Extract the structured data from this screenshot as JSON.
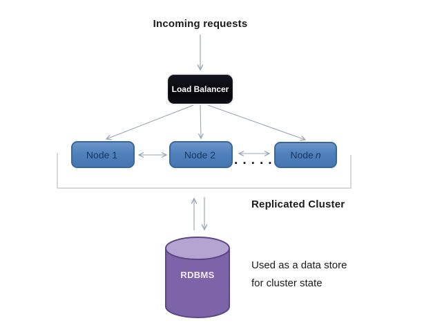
{
  "diagram": {
    "incoming_label": "Incoming requests",
    "load_balancer": {
      "label": "Load Balancer"
    },
    "nodes": [
      {
        "label": "Node 1",
        "suffix": ""
      },
      {
        "label": "Node 2",
        "suffix": ""
      },
      {
        "label": "Node",
        "suffix": "n"
      }
    ],
    "ellipsis_dots": "·····",
    "replicated_cluster_label": "Replicated Cluster",
    "rdbms": {
      "label": "RDBMS"
    },
    "datastore_caption_line1": "Used as a data store",
    "datastore_caption_line2": "for cluster state",
    "colors": {
      "node_fill": "#4f81bd",
      "node_border": "#3a6795",
      "node_text": "#17375e",
      "load_balancer_bg": "#0a0a10",
      "load_balancer_text": "#ffffff",
      "cylinder_body": "#7d63a8",
      "cylinder_top": "#b3a4d1",
      "cylinder_border": "#5b4785",
      "arrow": "#9aa5b1",
      "bracket": "#c2c2c2",
      "text": "#1a1a1a"
    }
  }
}
